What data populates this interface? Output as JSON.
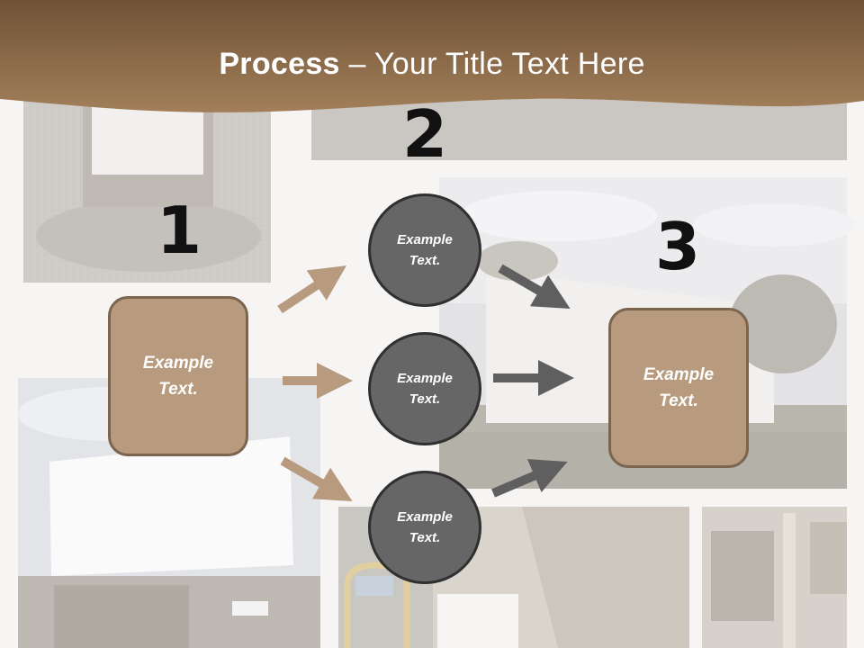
{
  "title": {
    "bold": "Process",
    "rest": " – Your Title Text Here"
  },
  "steps": [
    {
      "number": "1",
      "label": "Example\nText."
    },
    {
      "number": "2",
      "label": "Example\nText."
    },
    {
      "number": "3",
      "label": "Example\nText."
    }
  ],
  "middle_nodes": [
    {
      "label": "Example\nText."
    },
    {
      "label": "Example\nText."
    },
    {
      "label": "Example\nText."
    }
  ],
  "colors": {
    "header": "#8b6a48",
    "box_fill": "#b89a7e",
    "box_border": "#7b654f",
    "circle_fill": "#666666",
    "circle_border": "#303030",
    "arrow_tan": "#b89a7e",
    "arrow_gray": "#5f5f5f"
  }
}
